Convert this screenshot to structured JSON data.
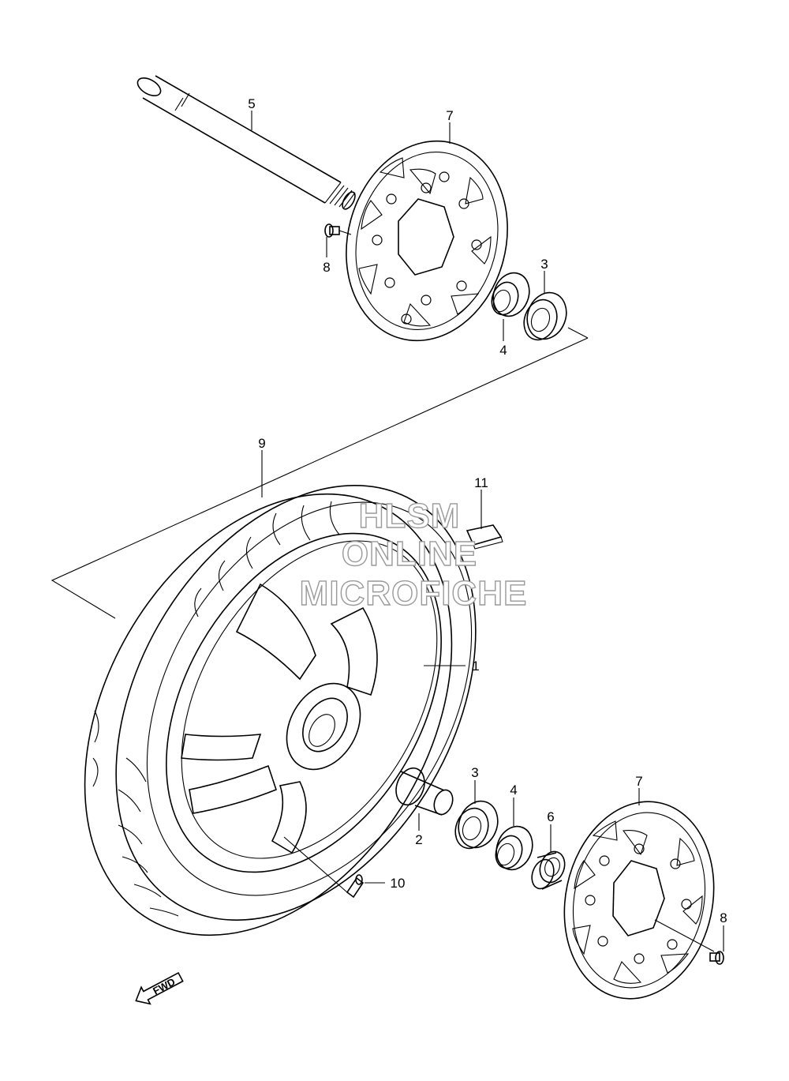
{
  "callouts": {
    "c1": "1",
    "c2": "2",
    "c3_top": "3",
    "c3_bottom": "3",
    "c4_top": "4",
    "c4_bottom": "4",
    "c5": "5",
    "c6": "6",
    "c7_top": "7",
    "c7_bottom": "7",
    "c8_top": "8",
    "c8_bottom": "8",
    "c9": "9",
    "c10": "10",
    "c11": "11"
  },
  "watermark": {
    "line1": "HLSM",
    "line2": "ONLINE",
    "line3": "MICROFICHE"
  },
  "fwd_label": "FWD"
}
